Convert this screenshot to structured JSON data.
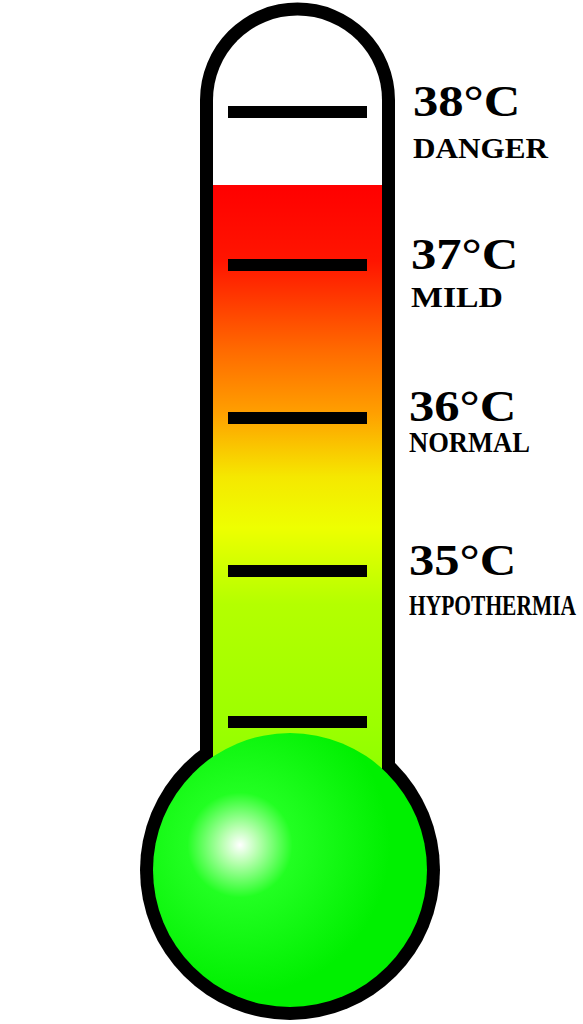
{
  "diagram": {
    "labels": [
      "38°C",
      "DANGER",
      "37°C",
      "MILD",
      "36°C",
      "NORMAL",
      "35°C",
      "HYPOTHERMIA"
    ]
  }
}
